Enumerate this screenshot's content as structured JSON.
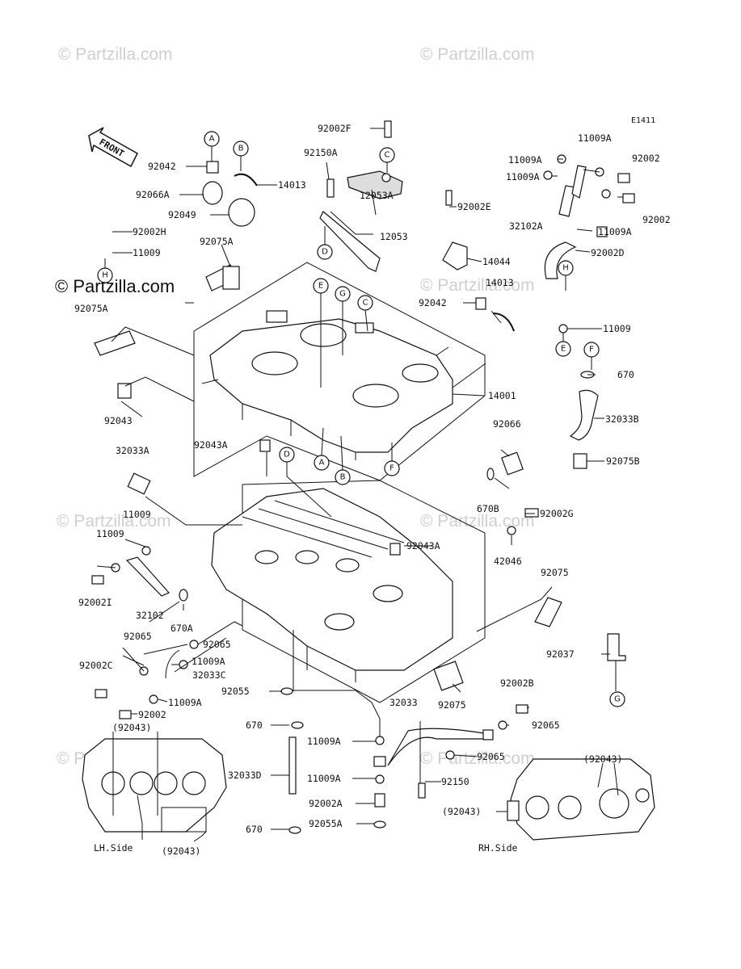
{
  "watermarks": {
    "tl": "© Partzilla.com",
    "tr": "© Partzilla.com",
    "main": "© Partzilla.com",
    "ml": "© Partzilla.com",
    "mr": "© Partzilla.com",
    "bl": "© Partzilla.com",
    "br": "© Partzilla.com",
    "br2": "© Partzilla.com"
  },
  "diagram_code": "E1411",
  "front_label": "FRONT",
  "view_labels": {
    "lh": "LH.Side",
    "rh": "RH.Side"
  },
  "callouts": {
    "A": "A",
    "B": "B",
    "C": "C",
    "D": "D",
    "E": "E",
    "F": "F",
    "G": "G",
    "H": "H"
  },
  "parts": [
    "92002F",
    "92150A",
    "12053A",
    "12053",
    "92042",
    "92066A",
    "92049",
    "14013",
    "92002H",
    "11009",
    "92075A",
    "92075A",
    "92043",
    "14001",
    "92002E",
    "14044",
    "14013",
    "92042",
    "11009A",
    "11009A",
    "11009A",
    "92002",
    "92002",
    "32102A",
    "11009A",
    "92002D",
    "11009",
    "670",
    "32033B",
    "92075B",
    "92043A",
    "32033A",
    "92066",
    "670B",
    "92002G",
    "11009",
    "11009",
    "92002I",
    "32102",
    "670A",
    "92043A",
    "42046",
    "92075",
    "92065",
    "92065",
    "92002C",
    "11009A",
    "32033C",
    "11009A",
    "92002",
    "92055",
    "670",
    "92037",
    "92075",
    "32033",
    "92002B",
    "92065",
    "11009A",
    "92065",
    "32033D",
    "11009A",
    "92150",
    "92002A",
    "670",
    "92055A",
    "(92043)",
    "(92043)",
    "(92043)",
    "(92043)"
  ]
}
